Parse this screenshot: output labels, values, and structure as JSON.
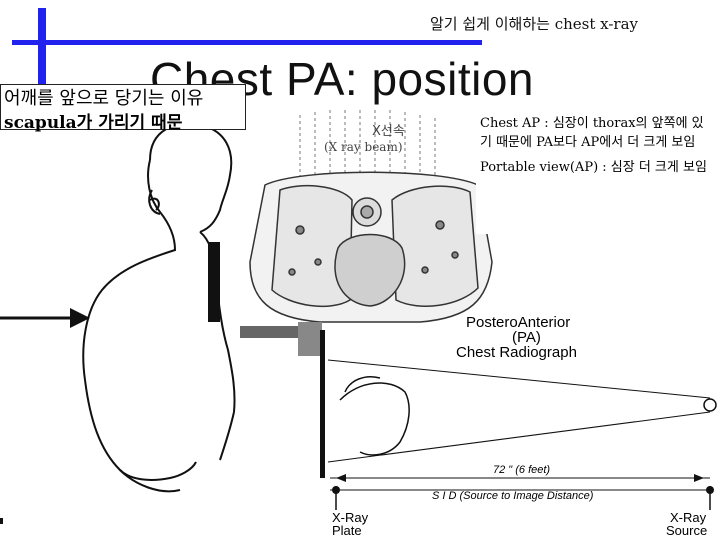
{
  "header": {
    "text": "알기 쉽게 이해하는 chest x-ray"
  },
  "title": "Chest PA: position",
  "note": {
    "line1": "어깨를 앞으로 당기는 이유",
    "line2": "scapula가 가리기 때문"
  },
  "description": {
    "ap": "Chest AP : 심장이 thorax의 앞쪽에 있기 때문에 PA보다 AP에서 더 크게 보임",
    "portable": "Portable view(AP) : 심장 더 크게 보임"
  },
  "figure": {
    "beam_label_ko": "X선속",
    "beam_label_en": "(X ray beam)",
    "caption": [
      "PosteroAnterior",
      "(PA)",
      "Chest Radiograph"
    ],
    "distance": "72 \" (6 feet)",
    "sid": "S I D (Source to Image Distance)",
    "plate": [
      "X-Ray",
      "Plate"
    ],
    "source": [
      "X-Ray",
      "Source"
    ]
  },
  "colors": {
    "accent": "#2222ee",
    "ink": "#111111"
  }
}
